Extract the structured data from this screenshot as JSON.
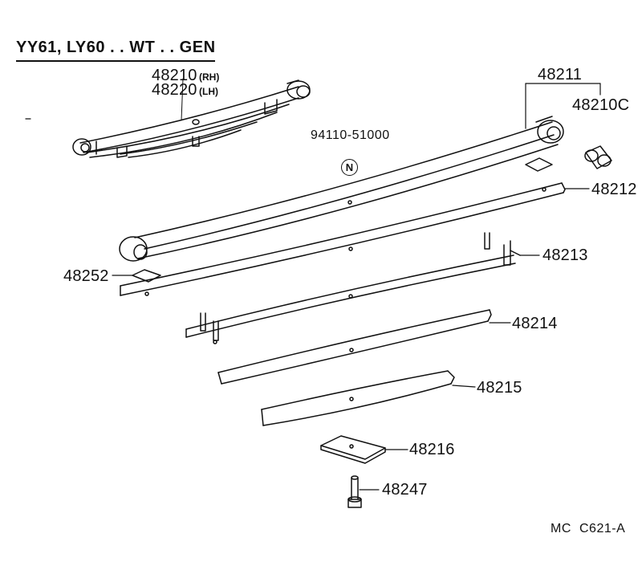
{
  "title": "YY61, LY60 . . WT . . GEN",
  "figure_code": {
    "prefix": "MC",
    "code": "C621-A"
  },
  "parts": {
    "spring_assy_rh": {
      "number": "48210",
      "side": "(RH)"
    },
    "spring_assy_lh": {
      "number": "48220",
      "side": "(LH)"
    },
    "bolt_note": {
      "number": "94110-51000",
      "mark": "N"
    },
    "leaf_no1": "48211",
    "bushing": "48210C",
    "leaf_no2": "48212",
    "leaf_no3": "48213",
    "leaf_no4": "48214",
    "leaf_no5": "48215",
    "insert": "48252",
    "spacer": "48216",
    "center_bolt": "48247"
  }
}
